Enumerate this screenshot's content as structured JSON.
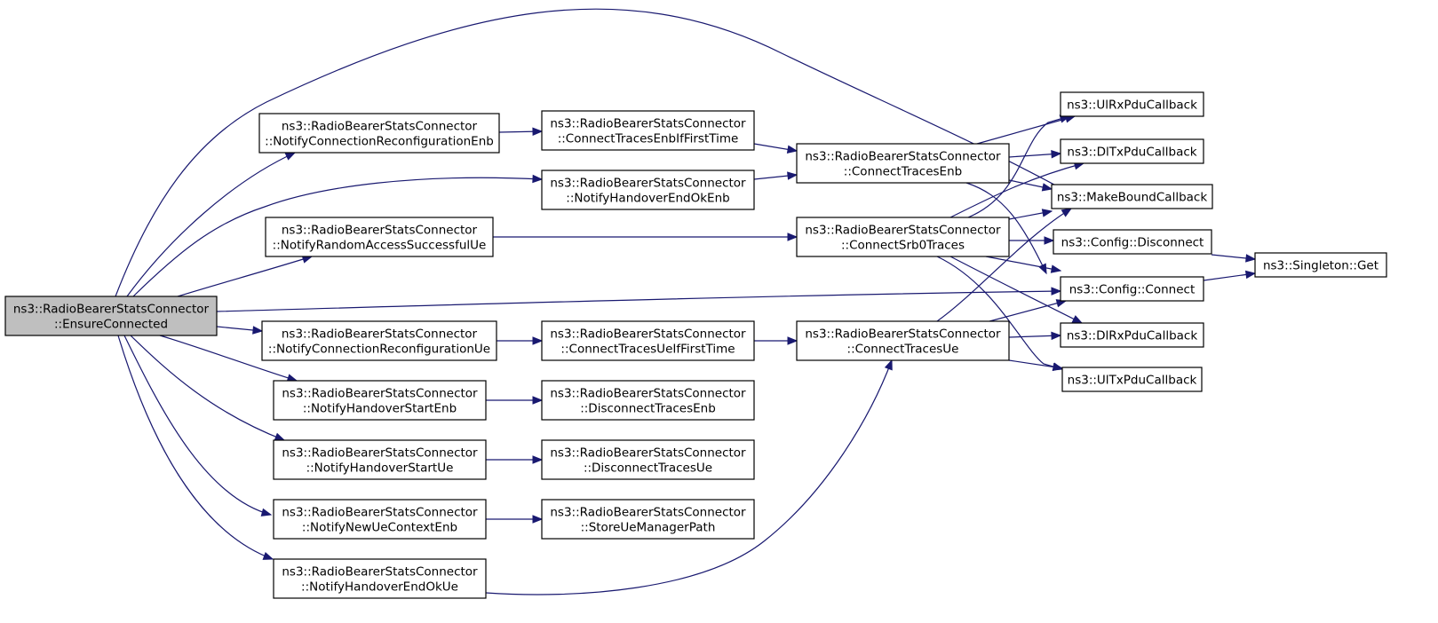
{
  "graph": {
    "nodes": [
      {
        "id": "ensure",
        "lines": [
          "ns3::RadioBearerStatsConnector",
          "::EnsureConnected"
        ],
        "highlight": true
      },
      {
        "id": "notifyConnReconfEnb",
        "lines": [
          "ns3::RadioBearerStatsConnector",
          "::NotifyConnectionReconfigurationEnb"
        ]
      },
      {
        "id": "notifyRandomAccess",
        "lines": [
          "ns3::RadioBearerStatsConnector",
          "::NotifyRandomAccessSuccessfulUe"
        ]
      },
      {
        "id": "notifyConnReconfUe",
        "lines": [
          "ns3::RadioBearerStatsConnector",
          "::NotifyConnectionReconfigurationUe"
        ]
      },
      {
        "id": "notifyHoStartEnb",
        "lines": [
          "ns3::RadioBearerStatsConnector",
          "::NotifyHandoverStartEnb"
        ]
      },
      {
        "id": "notifyHoStartUe",
        "lines": [
          "ns3::RadioBearerStatsConnector",
          "::NotifyHandoverStartUe"
        ]
      },
      {
        "id": "notifyNewUeCtx",
        "lines": [
          "ns3::RadioBearerStatsConnector",
          "::NotifyNewUeContextEnb"
        ]
      },
      {
        "id": "notifyHoEndOkUe",
        "lines": [
          "ns3::RadioBearerStatsConnector",
          "::NotifyHandoverEndOkUe"
        ]
      },
      {
        "id": "connTracesEnbIfFirst",
        "lines": [
          "ns3::RadioBearerStatsConnector",
          "::ConnectTracesEnbIfFirstTime"
        ]
      },
      {
        "id": "notifyHoEndOkEnb",
        "lines": [
          "ns3::RadioBearerStatsConnector",
          "::NotifyHandoverEndOkEnb"
        ]
      },
      {
        "id": "connTracesUeIfFirst",
        "lines": [
          "ns3::RadioBearerStatsConnector",
          "::ConnectTracesUeIfFirstTime"
        ]
      },
      {
        "id": "disconnTracesEnb",
        "lines": [
          "ns3::RadioBearerStatsConnector",
          "::DisconnectTracesEnb"
        ]
      },
      {
        "id": "disconnTracesUe",
        "lines": [
          "ns3::RadioBearerStatsConnector",
          "::DisconnectTracesUe"
        ]
      },
      {
        "id": "storeUeMgrPath",
        "lines": [
          "ns3::RadioBearerStatsConnector",
          "::StoreUeManagerPath"
        ]
      },
      {
        "id": "connTracesEnb",
        "lines": [
          "ns3::RadioBearerStatsConnector",
          "::ConnectTracesEnb"
        ]
      },
      {
        "id": "connSrb0Traces",
        "lines": [
          "ns3::RadioBearerStatsConnector",
          "::ConnectSrb0Traces"
        ]
      },
      {
        "id": "connTracesUe",
        "lines": [
          "ns3::RadioBearerStatsConnector",
          "::ConnectTracesUe"
        ]
      },
      {
        "id": "ulRxPduCb",
        "lines": [
          "ns3::UlRxPduCallback"
        ]
      },
      {
        "id": "dlTxPduCb",
        "lines": [
          "ns3::DlTxPduCallback"
        ]
      },
      {
        "id": "makeBoundCb",
        "lines": [
          "ns3::MakeBoundCallback"
        ]
      },
      {
        "id": "configDisconnect",
        "lines": [
          "ns3::Config::Disconnect"
        ]
      },
      {
        "id": "configConnect",
        "lines": [
          "ns3::Config::Connect"
        ]
      },
      {
        "id": "dlRxPduCb",
        "lines": [
          "ns3::DlRxPduCallback"
        ]
      },
      {
        "id": "ulTxPduCb",
        "lines": [
          "ns3::UlTxPduCallback"
        ]
      },
      {
        "id": "singletonGet",
        "lines": [
          "ns3::Singleton::Get"
        ]
      }
    ],
    "edges": [
      {
        "from": "ensure",
        "to": "notifyConnReconfEnb"
      },
      {
        "from": "ensure",
        "to": "notifyHoEndOkEnb"
      },
      {
        "from": "ensure",
        "to": "notifyRandomAccess"
      },
      {
        "from": "ensure",
        "to": "makeBoundCb"
      },
      {
        "from": "ensure",
        "to": "configConnect"
      },
      {
        "from": "ensure",
        "to": "notifyConnReconfUe"
      },
      {
        "from": "ensure",
        "to": "notifyHoStartEnb"
      },
      {
        "from": "ensure",
        "to": "notifyHoStartUe"
      },
      {
        "from": "ensure",
        "to": "notifyNewUeCtx"
      },
      {
        "from": "ensure",
        "to": "notifyHoEndOkUe"
      },
      {
        "from": "notifyConnReconfEnb",
        "to": "connTracesEnbIfFirst"
      },
      {
        "from": "connTracesEnbIfFirst",
        "to": "connTracesEnb"
      },
      {
        "from": "notifyHoEndOkEnb",
        "to": "connTracesEnb"
      },
      {
        "from": "notifyRandomAccess",
        "to": "connSrb0Traces"
      },
      {
        "from": "notifyConnReconfUe",
        "to": "connTracesUeIfFirst"
      },
      {
        "from": "connTracesUeIfFirst",
        "to": "connTracesUe"
      },
      {
        "from": "notifyHoStartEnb",
        "to": "disconnTracesEnb"
      },
      {
        "from": "notifyHoStartUe",
        "to": "disconnTracesUe"
      },
      {
        "from": "notifyNewUeCtx",
        "to": "storeUeMgrPath"
      },
      {
        "from": "notifyHoEndOkUe",
        "to": "connTracesUe"
      },
      {
        "from": "connTracesEnb",
        "to": "ulRxPduCb"
      },
      {
        "from": "connTracesEnb",
        "to": "dlTxPduCb"
      },
      {
        "from": "connTracesEnb",
        "to": "makeBoundCb"
      },
      {
        "from": "connTracesEnb",
        "to": "configConnect"
      },
      {
        "from": "connSrb0Traces",
        "to": "ulRxPduCb"
      },
      {
        "from": "connSrb0Traces",
        "to": "dlTxPduCb"
      },
      {
        "from": "connSrb0Traces",
        "to": "makeBoundCb"
      },
      {
        "from": "connSrb0Traces",
        "to": "configDisconnect"
      },
      {
        "from": "connSrb0Traces",
        "to": "configConnect"
      },
      {
        "from": "connSrb0Traces",
        "to": "dlRxPduCb"
      },
      {
        "from": "connSrb0Traces",
        "to": "ulTxPduCb"
      },
      {
        "from": "connTracesUe",
        "to": "makeBoundCb"
      },
      {
        "from": "connTracesUe",
        "to": "configConnect"
      },
      {
        "from": "connTracesUe",
        "to": "dlRxPduCb"
      },
      {
        "from": "connTracesUe",
        "to": "ulTxPduCb"
      },
      {
        "from": "configDisconnect",
        "to": "singletonGet"
      },
      {
        "from": "configConnect",
        "to": "singletonGet"
      }
    ],
    "colors": {
      "edge": "#191970",
      "highlight_fill": "#bfbfbf",
      "node_fill": "#ffffff",
      "node_border": "#000000"
    }
  }
}
